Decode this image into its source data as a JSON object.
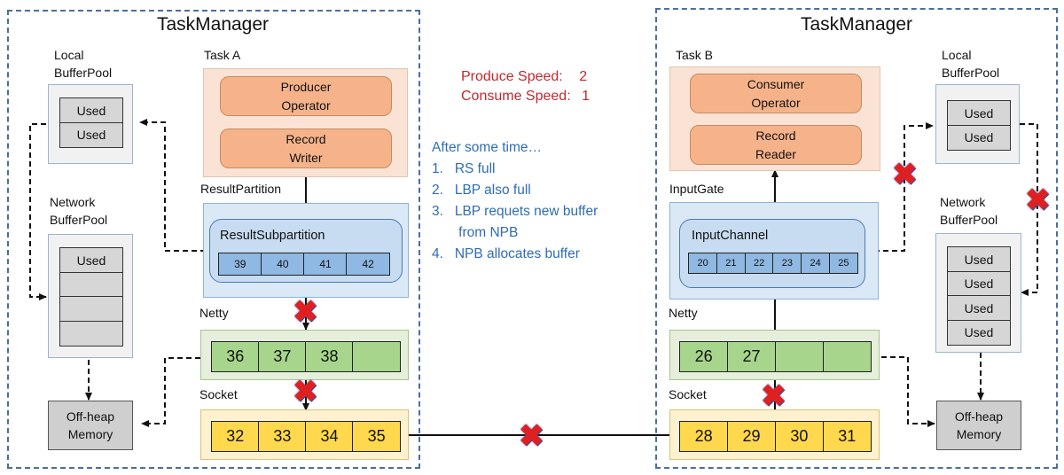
{
  "left": {
    "title": "TaskManager",
    "task_label": "Task A",
    "local_pool_label": "Local\nBufferPool",
    "local_pool_buffers": [
      "Used",
      "Used"
    ],
    "network_pool_label": "Network\nBufferPool",
    "network_pool_buffers": [
      "Used",
      "",
      "",
      ""
    ],
    "offheap_label": "Off-heap\nMemory",
    "operator_label": "Producer\nOperator",
    "writer_label": "Record\nWriter",
    "result_partition_label": "ResultPartition",
    "subpartition_label": "ResultSubpartition",
    "subpartition_cells": [
      "39",
      "40",
      "41",
      "42"
    ],
    "netty_label": "Netty",
    "netty_cells": [
      "36",
      "37",
      "38",
      ""
    ],
    "socket_label": "Socket",
    "socket_cells": [
      "32",
      "33",
      "34",
      "35"
    ]
  },
  "right": {
    "title": "TaskManager",
    "task_label": "Task B",
    "local_pool_label": "Local\nBufferPool",
    "local_pool_buffers": [
      "Used",
      "Used"
    ],
    "network_pool_label": "Network\nBufferPool",
    "network_pool_buffers": [
      "Used",
      "Used",
      "Used",
      "Used"
    ],
    "offheap_label": "Off-heap\nMemory",
    "operator_label": "Consumer\nOperator",
    "reader_label": "Record\nReader",
    "input_gate_label": "InputGate",
    "channel_label": "InputChannel",
    "channel_cells": [
      "20",
      "21",
      "22",
      "23",
      "24",
      "25"
    ],
    "netty_label": "Netty",
    "netty_cells": [
      "26",
      "27",
      "",
      ""
    ],
    "socket_label": "Socket",
    "socket_cells": [
      "28",
      "29",
      "30",
      "31"
    ]
  },
  "speeds": {
    "produce_label": "Produce Speed:",
    "produce_value": "2",
    "consume_label": "Consume Speed:",
    "consume_value": "1"
  },
  "notes": {
    "heading": "After some time…",
    "items": [
      "1.   RS full",
      "2.   LBP also full",
      "3.   LBP requets new buffer",
      "       from NPB",
      "4.   NPB allocates buffer"
    ]
  },
  "colors": {
    "frame": "#4a6f9c",
    "speed_text": "#c0282d",
    "note_text": "#2f6cb3",
    "blocked_mark": "#e02020"
  },
  "blocked_mark": "✖"
}
